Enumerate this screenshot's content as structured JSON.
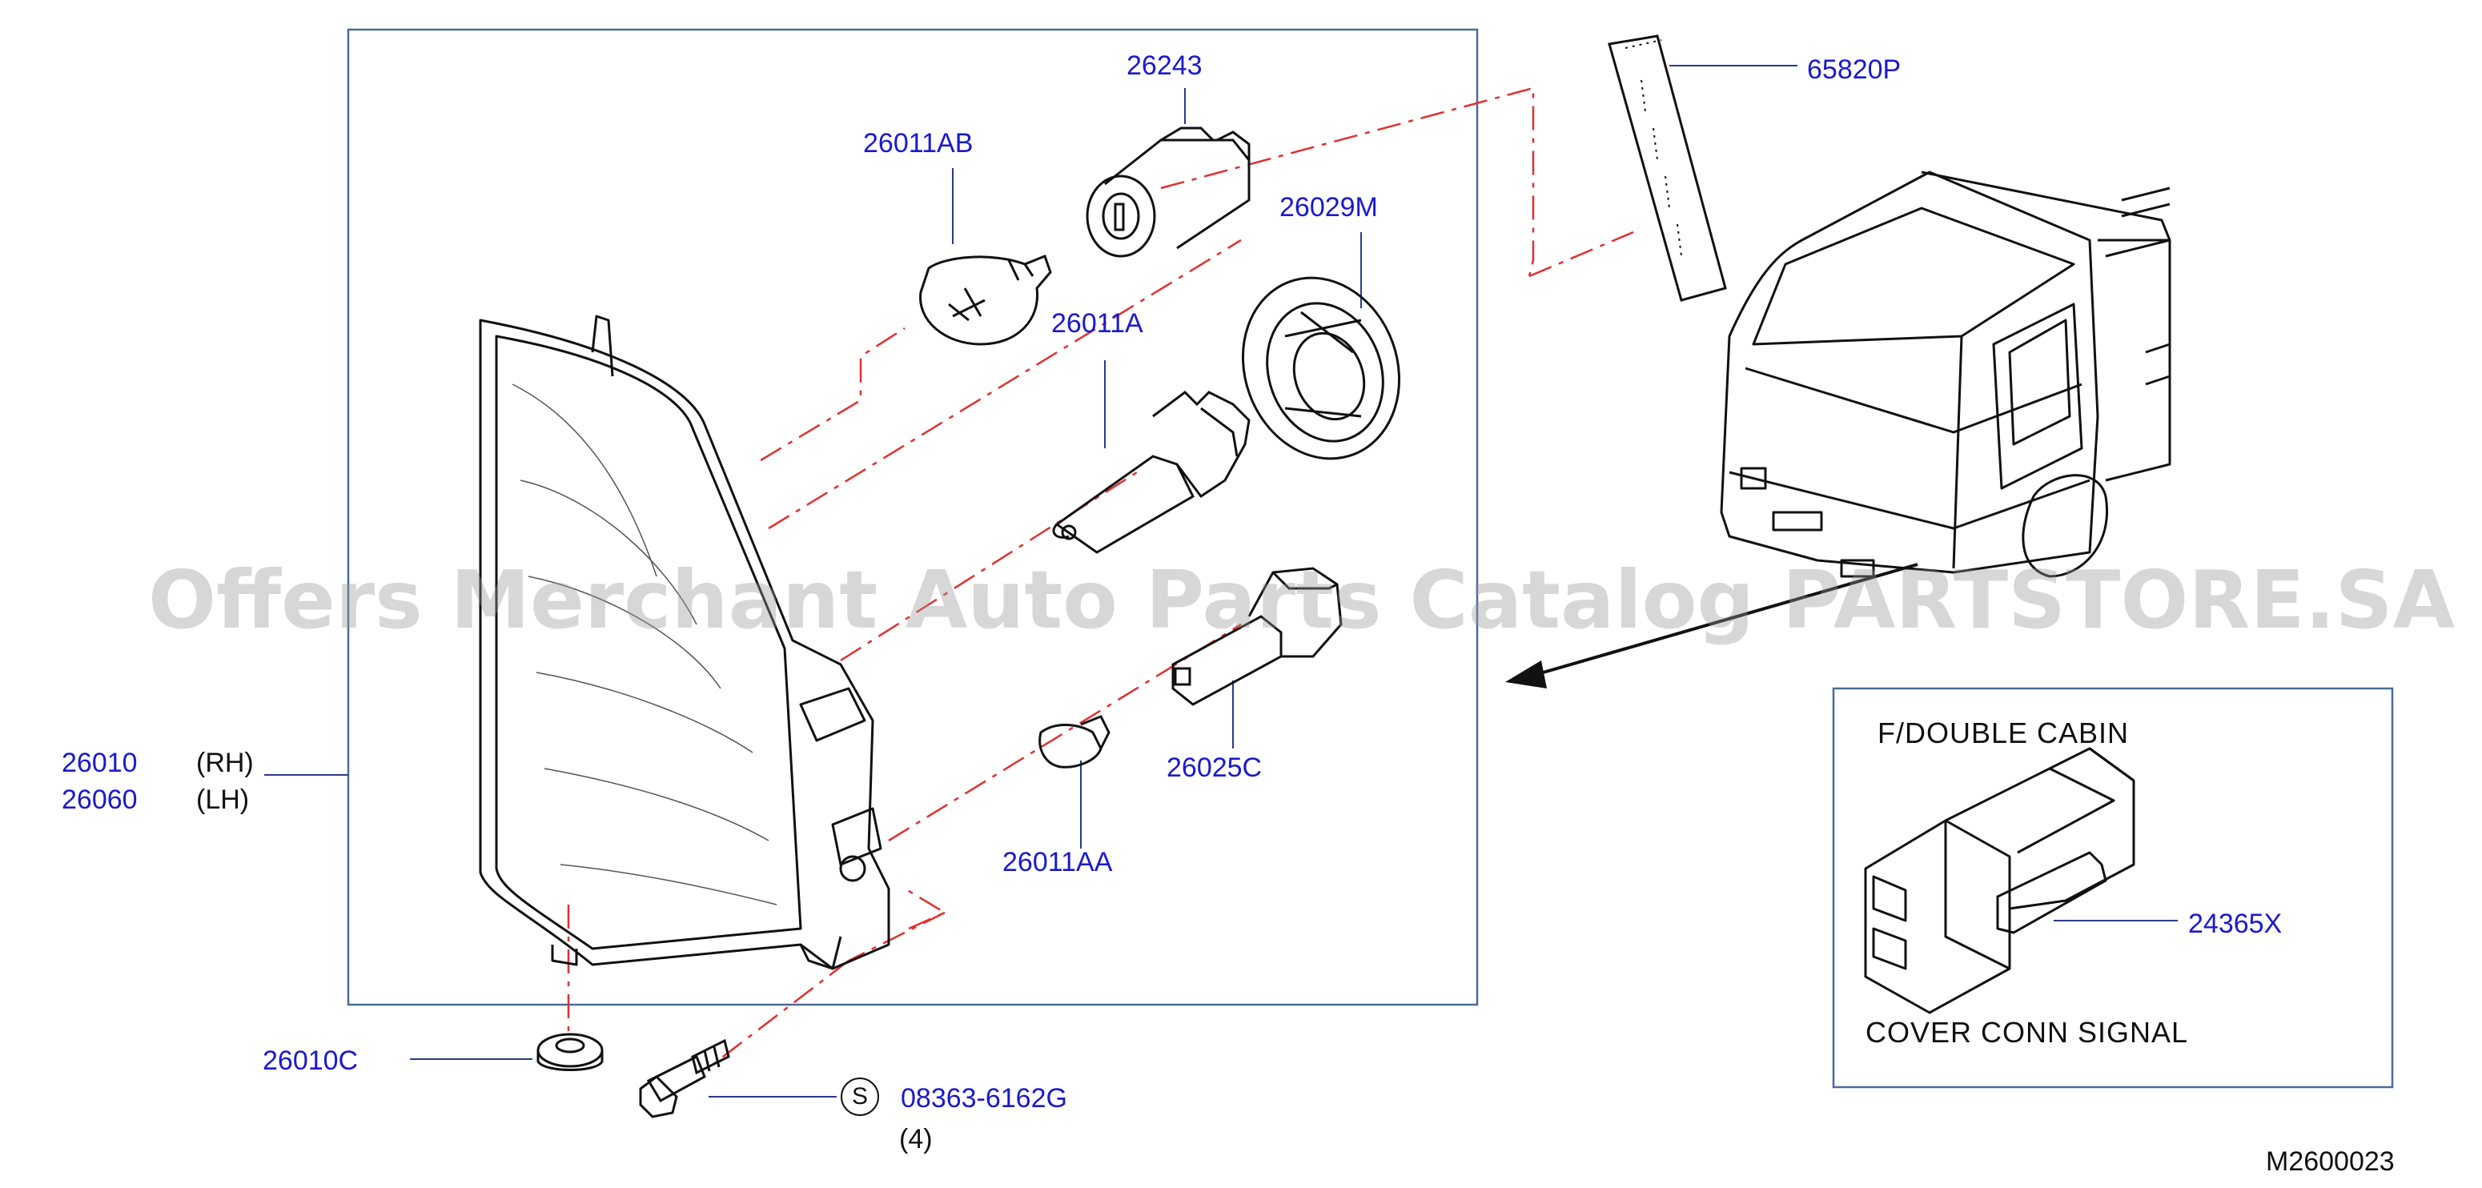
{
  "labels": {
    "p26243": "26243",
    "p26011AB": "26011AB",
    "p26029M": "26029M",
    "p26011A": "26011A",
    "p65820P": "65820P",
    "p26010": "26010",
    "p26060": "26060",
    "rh": "(RH)",
    "lh": "(LH)",
    "p26025C": "26025C",
    "p26011AA": "26011AA",
    "p26010C": "26010C",
    "p08363": "08363-6162G",
    "qty4": "(4)",
    "s_mark": "S",
    "p24365X": "24365X",
    "doc_code": "M2600023"
  },
  "inset": {
    "title": "F/DOUBLE  CABIN",
    "caption": "COVER   CONN   SIGNAL"
  },
  "watermark": "Offers Merchant Auto Parts Catalog PARTSTORE.SA",
  "colors": {
    "label_blue": "#1a1acc",
    "line_black": "#111111",
    "leader_blue": "#2a3a8a",
    "centerline_red": "#e03030",
    "frame": "#4a6a9a"
  }
}
